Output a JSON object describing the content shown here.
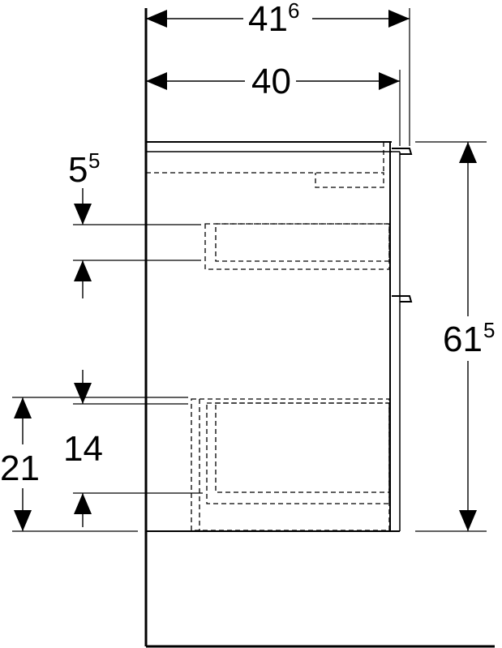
{
  "dimensions": {
    "outer_width": {
      "base": "41",
      "sup": "6"
    },
    "inner_width": {
      "base": "40"
    },
    "top_offset": {
      "base": "5",
      "sup": "5"
    },
    "total_height": {
      "base": "61",
      "sup": "5"
    },
    "bottom_left": {
      "base": "21"
    },
    "bottom_inner": {
      "base": "14"
    }
  },
  "colors": {
    "line": "#000000",
    "background": "#ffffff"
  }
}
